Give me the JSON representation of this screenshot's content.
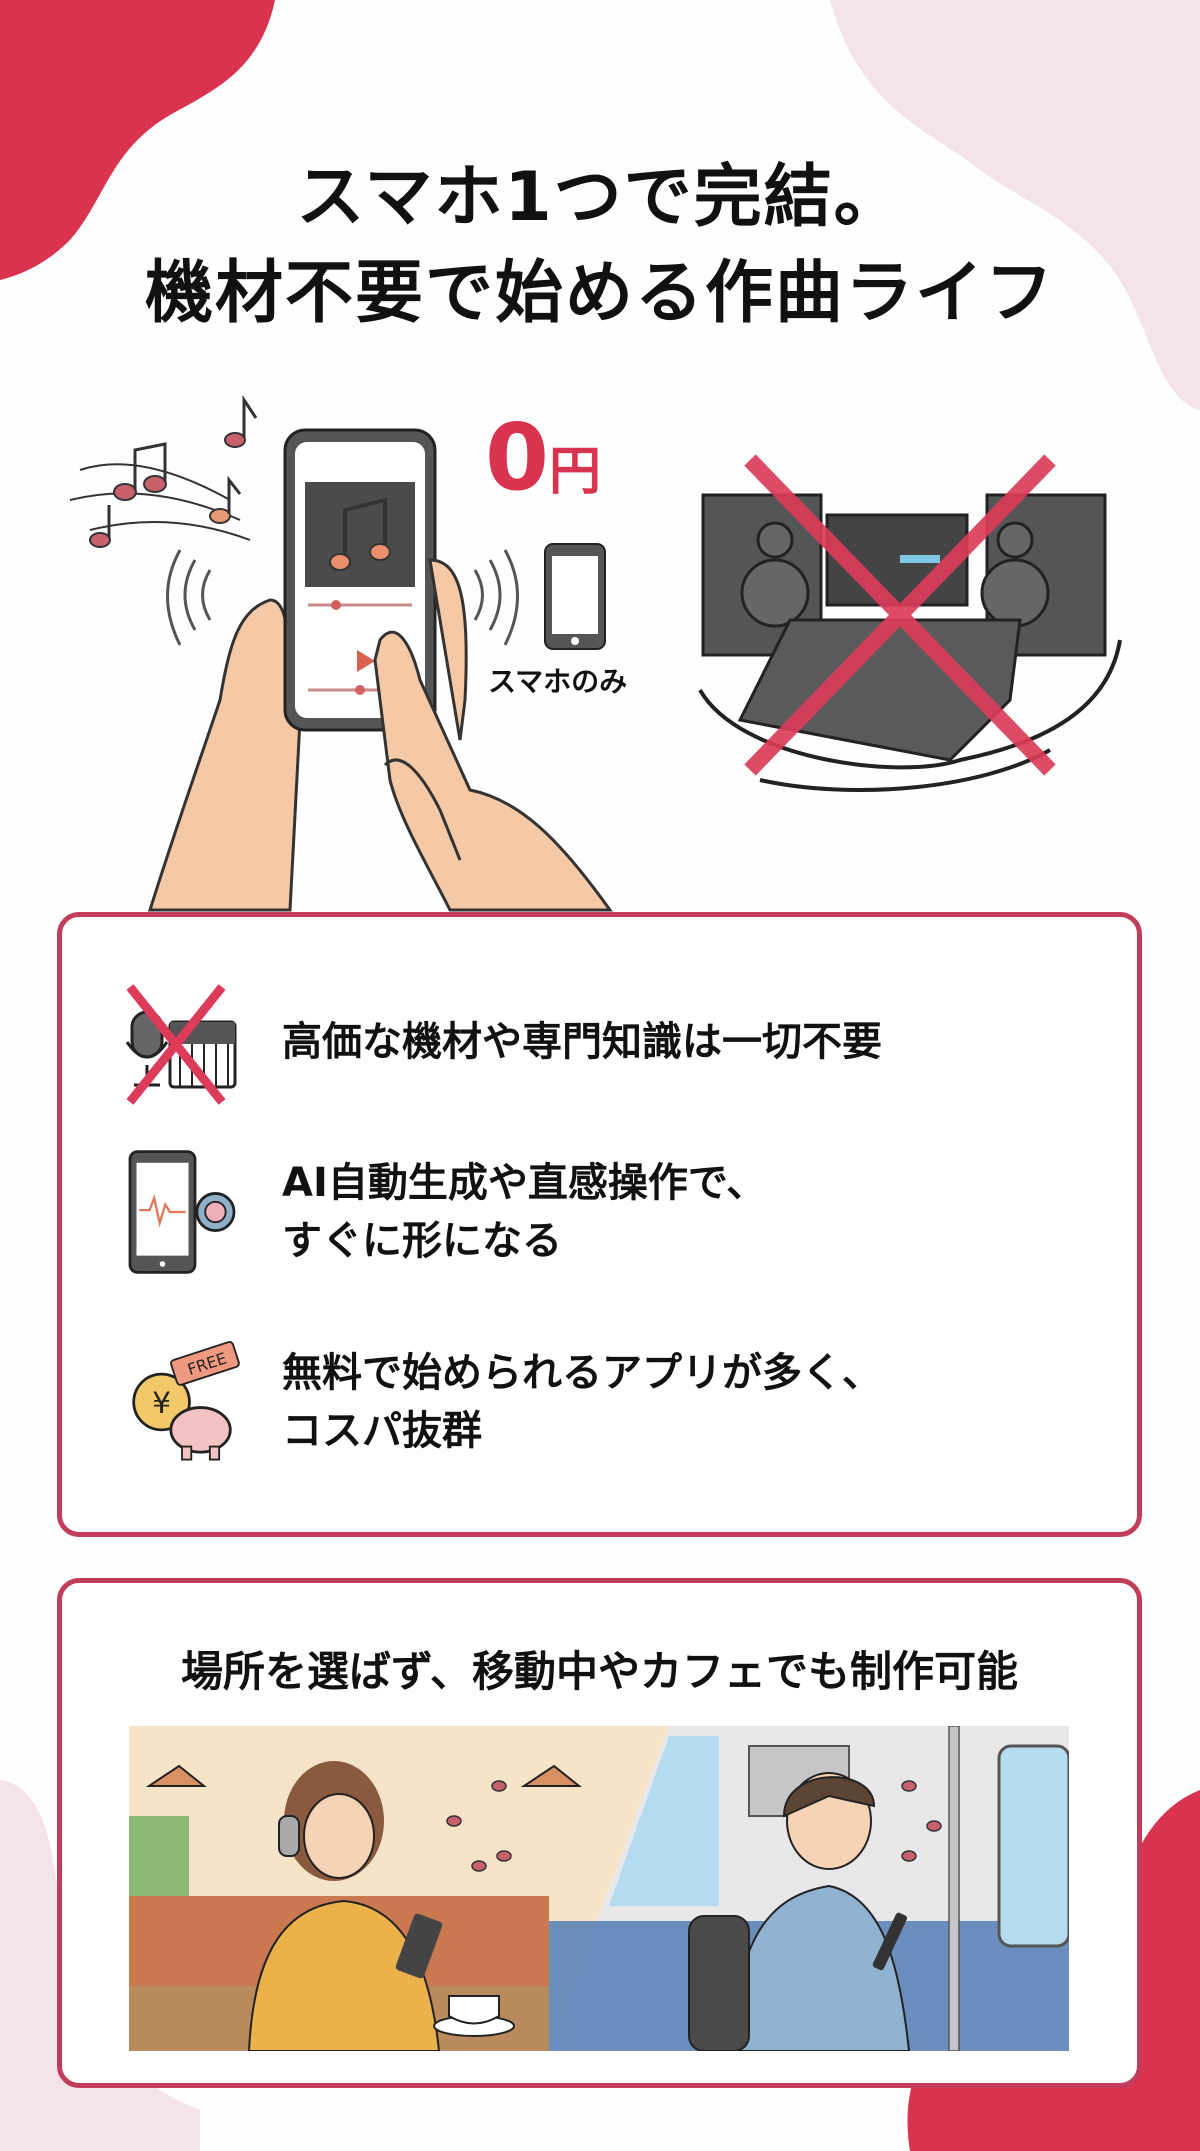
{
  "title": {
    "line1": "スマホ1つで完結。",
    "line2": "機材不要で始める作曲ライフ"
  },
  "hero": {
    "price_value": "0",
    "price_unit": "円",
    "phone_only_label": "スマホのみ",
    "left_illustration": "hands-holding-smartphone-music-app",
    "right_illustration": "studio-equipment-crossed-out"
  },
  "features": [
    {
      "icon": "crossed-out-mic-keyboard-icon",
      "text": "高価な機材や専門知識は一切不要"
    },
    {
      "icon": "phone-ai-gear-icon",
      "line1": "AI自動生成や直感操作で、",
      "line2": "すぐに形になる"
    },
    {
      "icon": "piggy-bank-free-tag-icon",
      "tag": "FREE",
      "coin": "¥",
      "line1": "無料で始められるアプリが多く、",
      "line2": "コスパ抜群"
    }
  ],
  "location": {
    "heading": "場所を選ばず、移動中やカフェでも制作可能",
    "scene_left": "woman-with-headphones-in-cafe",
    "scene_right": "man-with-backpack-on-train"
  },
  "colors": {
    "accent": "#d8344f",
    "card_border": "#c23d5c",
    "blob_red": "#d93350",
    "blob_pink": "#f5e3ea"
  }
}
